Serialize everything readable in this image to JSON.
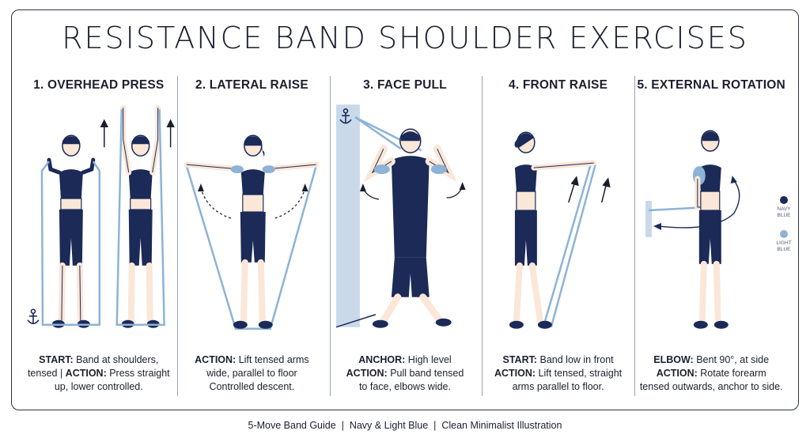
{
  "title": "RESISTANCE BAND SHOULDER EXERCISES",
  "colors": {
    "navy": "#1b2a57",
    "light_blue": "#8db3d6",
    "text": "#1a1f2e"
  },
  "panels": [
    {
      "title": "1. OVERHEAD PRESS",
      "lines": [
        [
          {
            "b": "START:",
            "t": " Band at shoulders,"
          }
        ],
        [
          {
            "b": "",
            "t": "tensed | "
          },
          {
            "b": "ACTION:",
            "t": " Press straight"
          }
        ],
        [
          {
            "b": "",
            "t": "up, lower controlled."
          }
        ]
      ],
      "icons": [
        "anchor-icon",
        "arrow-up-icon"
      ]
    },
    {
      "title": "2. LATERAL RAISE",
      "lines": [
        [
          {
            "b": "ACTION:",
            "t": " Lift tensed arms"
          }
        ],
        [
          {
            "b": "",
            "t": "wide, parallel to floor"
          }
        ],
        [
          {
            "b": "",
            "t": "Controlled descent."
          }
        ]
      ],
      "icons": [
        "curved-arrow-icon"
      ]
    },
    {
      "title": "3. FACE PULL",
      "lines": [
        [
          {
            "b": "ANCHOR:",
            "t": " High level"
          }
        ],
        [
          {
            "b": "ACTION:",
            "t": " Pull band tensed"
          }
        ],
        [
          {
            "b": "",
            "t": "to face, elbows wide."
          }
        ]
      ],
      "icons": [
        "anchor-icon",
        "curved-arrow-icon"
      ]
    },
    {
      "title": "4. FRONT RAISE",
      "lines": [
        [
          {
            "b": "START:",
            "t": " Band low in front"
          }
        ],
        [
          {
            "b": "ACTION:",
            "t": " Lift tensed, straight"
          }
        ],
        [
          {
            "b": "",
            "t": "arms parallel to floor."
          }
        ]
      ],
      "icons": [
        "arrow-up-icon"
      ]
    },
    {
      "title": "5. EXTERNAL ROTATION",
      "lines": [
        [
          {
            "b": "ELBOW:",
            "t": " Bent 90°, at side"
          }
        ],
        [
          {
            "b": "ACTION:",
            "t": " Rotate forearm"
          }
        ],
        [
          {
            "b": "",
            "t": "tensed outwards, anchor to side."
          }
        ]
      ],
      "icons": [
        "curved-arrow-icon"
      ]
    }
  ],
  "legend": [
    {
      "label_1": "NAVY",
      "label_2": "BLUE",
      "color": "#1b2a57"
    },
    {
      "label_1": "LIGHT",
      "label_2": "BLUE",
      "color": "#8db3d6"
    }
  ],
  "footer": "5-Move Band Guide  |  Navy & Light Blue  |  Clean Minimalist Illustration"
}
